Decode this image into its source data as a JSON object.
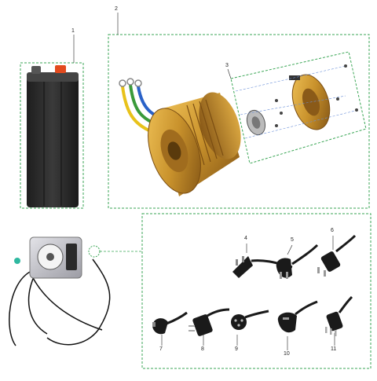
{
  "callouts": [
    {
      "id": "1",
      "label": "1"
    },
    {
      "id": "2",
      "label": "2"
    },
    {
      "id": "3",
      "label": "3"
    },
    {
      "id": "4",
      "label": "4"
    },
    {
      "id": "5",
      "label": "5"
    },
    {
      "id": "6",
      "label": "6"
    },
    {
      "id": "7",
      "label": "7"
    },
    {
      "id": "8",
      "label": "8"
    },
    {
      "id": "9",
      "label": "9"
    },
    {
      "id": "10",
      "label": "10"
    },
    {
      "id": "11",
      "label": "11"
    }
  ],
  "colors": {
    "frame": "#3aa655",
    "battery_body": "#2b2b2b",
    "battery_cap": "#e24a1e",
    "motor_gold": "#c9922c",
    "motor_dark": "#7a4d12",
    "wire_yellow": "#e8c21a",
    "wire_green": "#3a9a3a",
    "wire_blue": "#2a62c8",
    "plug_black": "#1a1a1a",
    "charger_body": "#c9c9cf"
  },
  "icons": [
    "battery-icon",
    "hub-motor-icon",
    "controller-charger-icon",
    "power-plug-icon"
  ]
}
